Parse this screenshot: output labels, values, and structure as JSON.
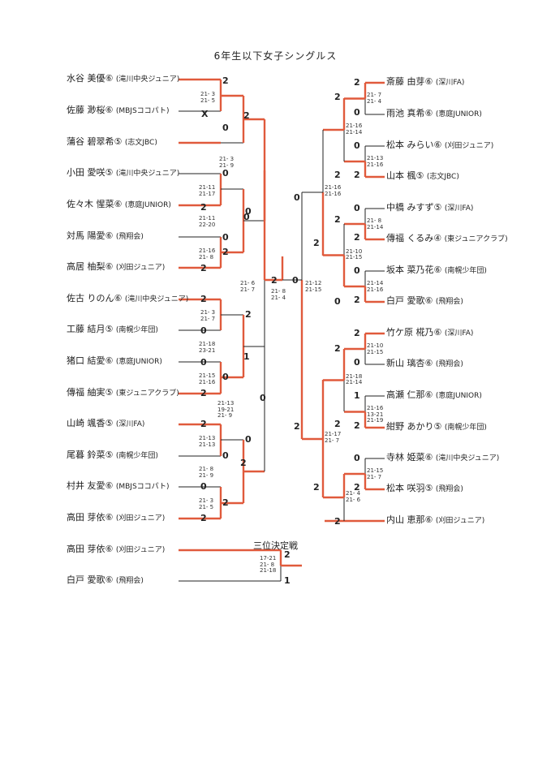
{
  "title": "6年生以下女子シングルス",
  "third_place_label": "三位決定戦",
  "colors": {
    "win": "#e05a3c",
    "lose": "#222222"
  },
  "left_players": [
    {
      "name": "水谷 美優⑥",
      "club": "(滝川中央ジュニア)"
    },
    {
      "name": "佐藤 渺桜⑥",
      "club": "(MBJSココパト)"
    },
    {
      "name": "蒲谷 碧翠希⑤",
      "club": "(志文JBC)"
    },
    {
      "name": "小田 愛咲⑤",
      "club": "(滝川中央ジュニア)"
    },
    {
      "name": "佐々木 惺菜⑥",
      "club": "(恵庭JUNIOR)"
    },
    {
      "name": "対馬 陽愛⑥",
      "club": "(飛翔会)"
    },
    {
      "name": "高居 柚梨⑥",
      "club": "(刈田ジュニア)"
    },
    {
      "name": "佐古 りのん⑥",
      "club": "(滝川中央ジュニア)"
    },
    {
      "name": "工藤 結月⑤",
      "club": "(南幌少年団)"
    },
    {
      "name": "猪口 結愛⑥",
      "club": "(恵庭JUNIOR)"
    },
    {
      "name": "傳福 紬実⑤",
      "club": "(東ジュニアクラブ)"
    },
    {
      "name": "山崎 颯香⑤",
      "club": "(深川FA)"
    },
    {
      "name": "尾暮 鈴菜⑤",
      "club": "(南幌少年団)"
    },
    {
      "name": "村井 友愛⑥",
      "club": "(MBJSココパト)"
    },
    {
      "name": "高田 芽依⑥",
      "club": "(刈田ジュニア)"
    }
  ],
  "right_players": [
    {
      "name": "斎藤 由芽⑥",
      "club": "(深川FA)"
    },
    {
      "name": "雨池 真希⑥",
      "club": "(恵庭JUNIOR)"
    },
    {
      "name": "松本 みらい⑥",
      "club": "(刈田ジュニア)"
    },
    {
      "name": "山本 楓⑤",
      "club": "(志文JBC)"
    },
    {
      "name": "中橋 みすず⑤",
      "club": "(深川FA)"
    },
    {
      "name": "傳福 くるみ④",
      "club": "(東ジュニアクラブ)"
    },
    {
      "name": "坂本 菜乃花⑥",
      "club": "(南幌少年団)"
    },
    {
      "name": "白戸 愛歌⑥",
      "club": "(飛翔会)"
    },
    {
      "name": "竹ケ原 椛乃⑥",
      "club": "(深川FA)"
    },
    {
      "name": "新山 璃杏⑥",
      "club": "(飛翔会)"
    },
    {
      "name": "高瀬 仁那⑥",
      "club": "(恵庭JUNIOR)"
    },
    {
      "name": "紺野 あかり⑤",
      "club": "(南幌少年団)"
    },
    {
      "name": "寺林 姫菜⑥",
      "club": "(滝川中央ジュニア)"
    },
    {
      "name": "松本 咲羽⑤",
      "club": "(飛翔会)"
    },
    {
      "name": "内山 恵那⑥",
      "club": "(刈田ジュニア)"
    }
  ],
  "third_place_players": [
    {
      "name": "高田 芽依⑥",
      "club": "(刈田ジュニア)"
    },
    {
      "name": "白戸 愛歌⑥",
      "club": "(飛翔会)"
    }
  ],
  "scores": {
    "l1": "21- 3\n21- 5",
    "l2": "21- 3\n21- 9",
    "l3": "21-11\n21-17",
    "l4": "21-11\n22-20",
    "l5": "21-16\n21- 8",
    "l6": "21- 3\n21- 7",
    "l7": "21-18\n23-21",
    "l8": "21-15\n21-16",
    "l9": "21-13\n19-21\n21- 9",
    "l10": "21-13\n21-13",
    "l11": "21- 8\n21- 9",
    "l12": "21- 3\n21- 5",
    "lsf": "21- 6\n21- 7",
    "fin": "21- 8\n21- 4",
    "rsf": "21-12\n21-15",
    "r1": "21- 7\n21- 4",
    "r2": "21-16\n21-14",
    "r3": "21-13\n21-16",
    "r4": "21-16\n21-16",
    "r5": "21- 8\n21-14",
    "r6": "21-10\n21-15",
    "r7": "21-14\n21-16",
    "r8": "21-10\n21-15",
    "r9": "21-18\n21-14",
    "r10": "21-16\n13-21\n21-19",
    "r11": "21-17\n21- 7",
    "r12": "21-15\n21- 7",
    "r13": "21- 4\n21- 6",
    "tp": "17-21\n21- 8\n21-18"
  },
  "results": {
    "L1": [
      "2",
      "X",
      "0",
      "0",
      "2",
      "0",
      "2",
      "2",
      "0",
      "0",
      "2",
      "2",
      "0",
      "0",
      "2"
    ],
    "L2": [
      "2",
      "0",
      "0",
      "2",
      "2",
      "0",
      "0",
      "2"
    ],
    "L3": [
      "2",
      "0",
      "1",
      "2"
    ],
    "L4": [
      "2",
      "0"
    ],
    "F": [
      "2",
      "0"
    ],
    "R1": [
      "2",
      "0",
      "0",
      "2",
      "0",
      "2",
      "0",
      "2",
      "2",
      "0",
      "1",
      "2",
      "0",
      "2",
      "2"
    ],
    "R2": [
      "2",
      "0",
      "0",
      "2",
      "2",
      "0",
      "2",
      "2"
    ],
    "R3": [
      "2",
      "2",
      "2",
      "2"
    ],
    "R4": [
      "0",
      "2"
    ],
    "TP": [
      "2",
      "1"
    ]
  }
}
